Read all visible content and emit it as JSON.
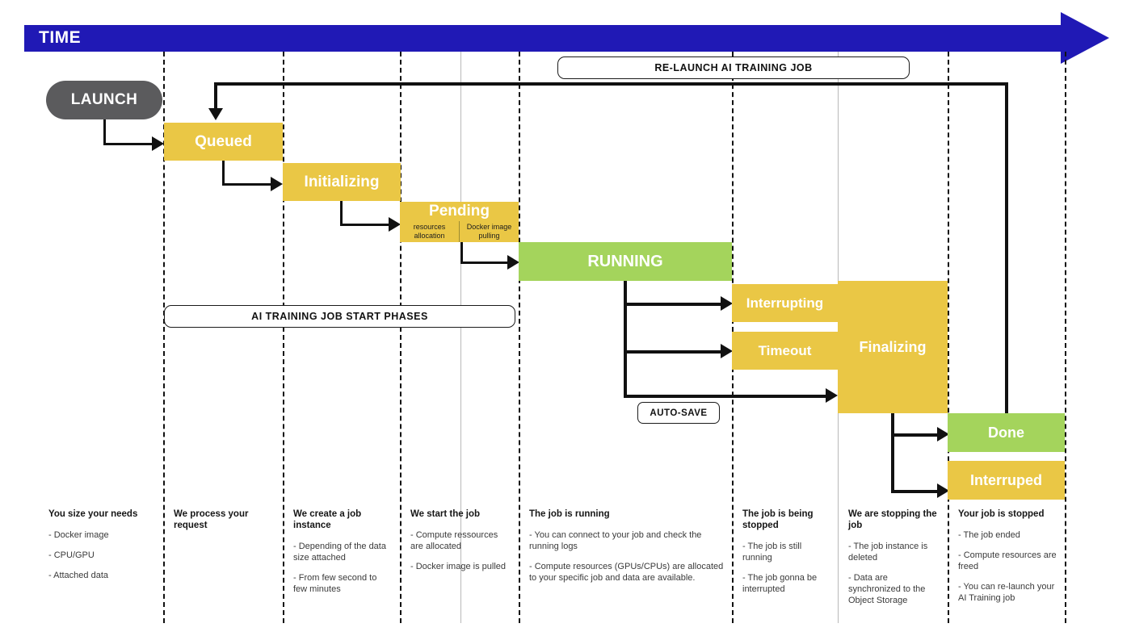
{
  "banner": {
    "label": "TIME",
    "color": "#2019B5"
  },
  "palette": {
    "yellow": "#EAC745",
    "green": "#A4D45C",
    "gray": "#5B5B5D",
    "blue": "#2019B5"
  },
  "callouts": {
    "relaunch": "RE-LAUNCH AI TRAINING JOB",
    "start_phases": "AI TRAINING JOB START PHASES",
    "auto_save": "AUTO-SAVE"
  },
  "states": {
    "launch": "LAUNCH",
    "queued": "Queued",
    "initializing": "Initializing",
    "pending": "Pending",
    "pending_sub": [
      "resources allocation",
      "Docker image pulling"
    ],
    "running": "RUNNING",
    "interrupting": "Interrupting",
    "timeout": "Timeout",
    "finalizing": "Finalizing",
    "done": "Done",
    "interrupted": "Interruped"
  },
  "columns": [
    {
      "title": "You size your needs",
      "items": [
        "- Docker image",
        "- CPU/GPU",
        "- Attached data"
      ]
    },
    {
      "title": "We process your request",
      "items": []
    },
    {
      "title": "We create a job instance",
      "items": [
        "- Depending of the data size attached",
        "- From few second to few minutes"
      ]
    },
    {
      "title": "We start the job",
      "items": [
        "- Compute ressources are allocated",
        "- Docker image is pulled"
      ]
    },
    {
      "title": "The job is running",
      "items": [
        "- You can connect to your job and check the running logs",
        "- Compute resources (GPUs/CPUs) are allocated to your specific job and data are available."
      ]
    },
    {
      "title": "The job is being stopped",
      "items": [
        "- The job is still running",
        "- The job gonna be interrupted"
      ]
    },
    {
      "title": "We are stopping the job",
      "items": [
        "- The job instance is deleted",
        "- Data are synchronized to the Object Storage"
      ]
    },
    {
      "title": "Your job is stopped",
      "items": [
        "- The job ended",
        "- Compute resources are freed",
        "- You can re-launch your AI Training job"
      ]
    }
  ]
}
